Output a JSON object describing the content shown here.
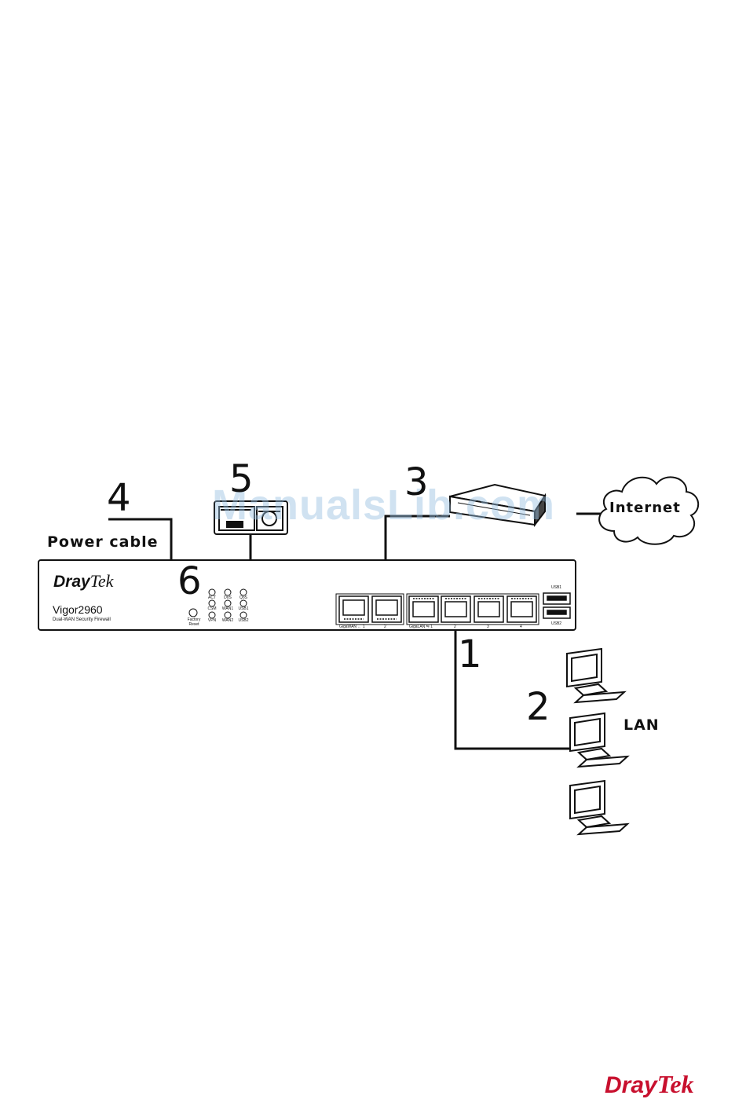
{
  "watermark": "ManualsLib.com",
  "steps": [
    "1",
    "2",
    "3",
    "4",
    "5",
    "6"
  ],
  "labels": {
    "power_cable": "Power cable",
    "internet": "Internet",
    "lan": "LAN"
  },
  "device": {
    "brand_dray": "Dray",
    "brand_tek": "Tek",
    "model": "Vigor2960",
    "subtitle": "Dual-WAN Security Firewall",
    "factory_reset": [
      "Factory",
      "Reset"
    ],
    "leds": [
      "ACT",
      "DoS",
      "QoS",
      "CSM",
      "WAN1",
      "USB1",
      "VPN",
      "WAN2",
      "USB2"
    ],
    "wan_port_labels": [
      "GigaWAN ← 1",
      "2"
    ],
    "lan_port_labels": [
      "GigaLAN ⇋ 1",
      "2",
      "3",
      "4"
    ],
    "usb_labels": [
      "USB1",
      "USB2"
    ]
  },
  "footer_logo": {
    "dray": "Dray",
    "tek": "Tek",
    "color": "#c8102e"
  }
}
